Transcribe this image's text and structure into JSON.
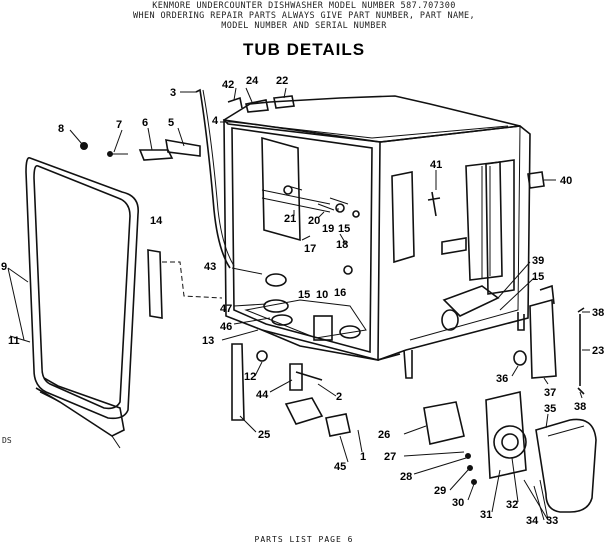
{
  "header": {
    "line1": "KENMORE UNDERCOUNTER DISHWASHER     MODEL NUMBER 587.707300",
    "line2": "WHEN ORDERING REPAIR PARTS ALWAYS GIVE PART NUMBER, PART NAME,",
    "line3": "MODEL NUMBER AND SERIAL NUMBER"
  },
  "title": "TUB DETAILS",
  "footer": "PARTS LIST PAGE 6",
  "corner_text": "DS",
  "callouts": {
    "c1": "1",
    "c2": "2",
    "c3": "3",
    "c4": "4",
    "c5": "5",
    "c6": "6",
    "c7": "7",
    "c8": "8",
    "c9": "9",
    "c10": "10",
    "c11": "11",
    "c12": "12",
    "c13": "13",
    "c14": "14",
    "c15a": "15",
    "c15b": "15",
    "c15c": "15",
    "c16": "16",
    "c17": "17",
    "c18": "18",
    "c19": "19",
    "c20": "20",
    "c21": "21",
    "c22": "22",
    "c23": "23",
    "c24": "24",
    "c25": "25",
    "c26": "26",
    "c27": "27",
    "c28": "28",
    "c29": "29",
    "c30": "30",
    "c31": "31",
    "c32": "32",
    "c33": "33",
    "c34": "34",
    "c35": "35",
    "c36": "36",
    "c37": "37",
    "c38a": "38",
    "c38b": "38",
    "c39": "39",
    "c40": "40",
    "c41": "41",
    "c42": "42",
    "c43": "43",
    "c44": "44",
    "c45": "45",
    "c46": "46",
    "c47": "47"
  }
}
